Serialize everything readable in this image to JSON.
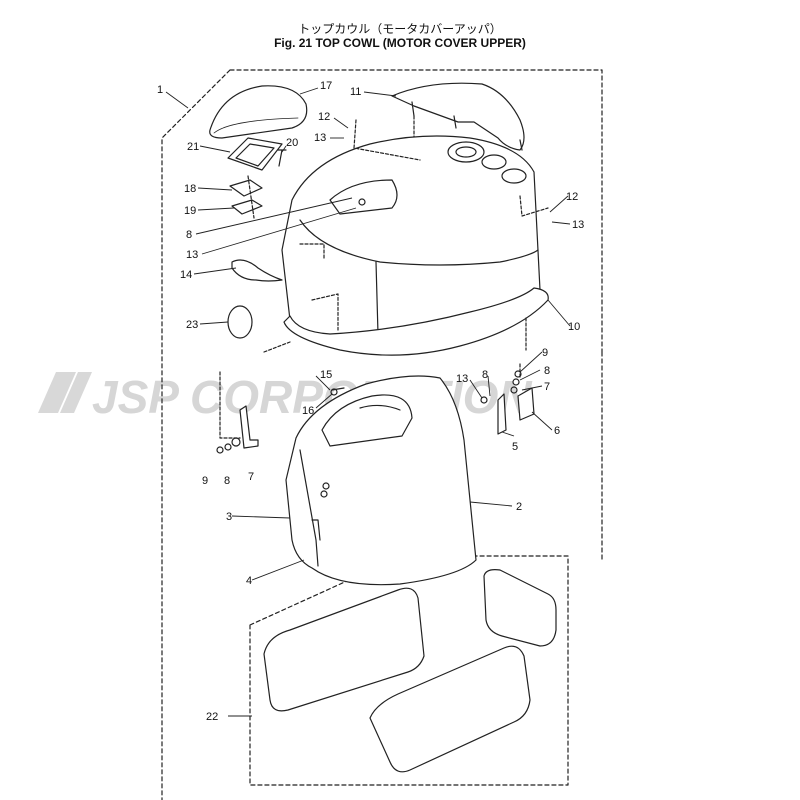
{
  "header": {
    "title_jp": "トップカウル（モータカバーアッパ）",
    "title_en": "Fig. 21    TOP COWL (MOTOR COVER UPPER)"
  },
  "watermark": {
    "text": "JSP CORPORATION",
    "color": "#d4d4d4"
  },
  "callouts": {
    "c1": "1",
    "c2": "2",
    "c3": "3",
    "c4": "4",
    "c5": "5",
    "c6": "6",
    "c7a": "7",
    "c7b": "7",
    "c8a": "8",
    "c8b": "8",
    "c8c": "8",
    "c9a": "9",
    "c9b": "9",
    "c10": "10",
    "c11": "11",
    "c12a": "12",
    "c12b": "12",
    "c13a": "13",
    "c13b": "13",
    "c13c": "13",
    "c13d": "13",
    "c14": "14",
    "c15": "15",
    "c16": "16",
    "c17": "17",
    "c18": "18",
    "c19": "19",
    "c20": "20",
    "c21": "21",
    "c22": "22",
    "c23": "23"
  },
  "colors": {
    "line": "#222222",
    "fill": "#ffffff",
    "shade": "#eeeeee"
  }
}
